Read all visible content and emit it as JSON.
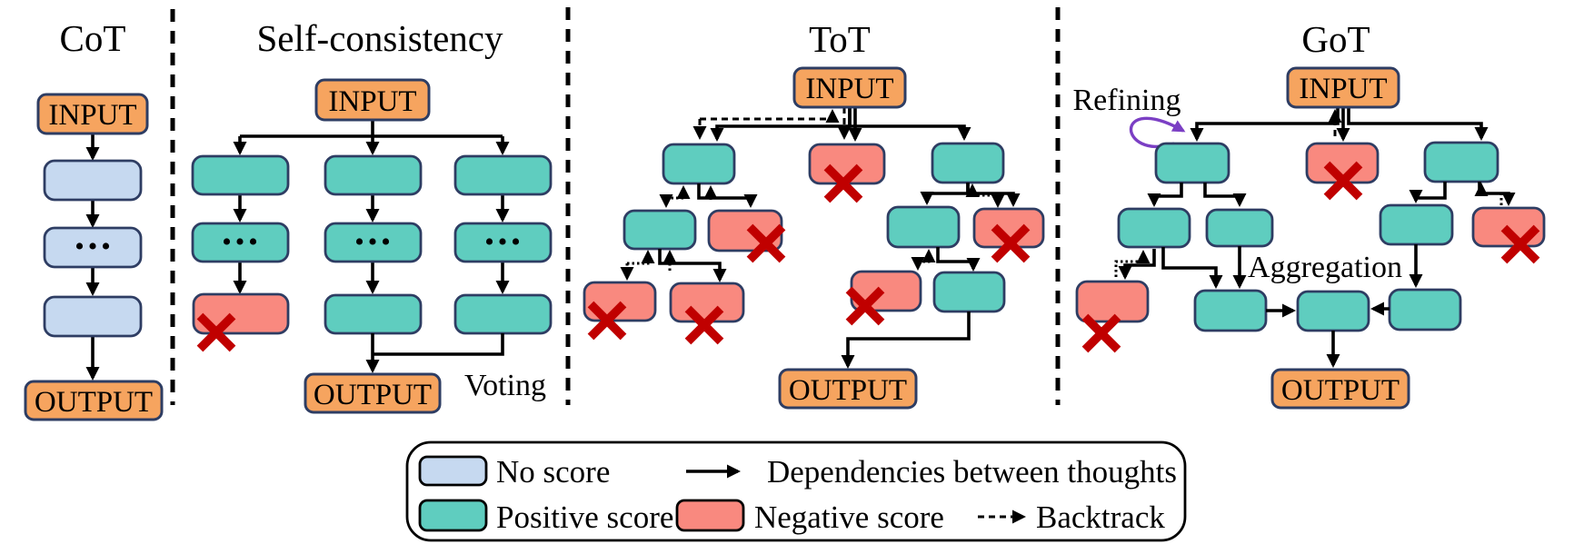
{
  "panels": {
    "cot": {
      "title": "CoT",
      "input_label": "INPUT",
      "output_label": "OUTPUT",
      "ellipsis": "•••"
    },
    "self_consistency": {
      "title": "Self-consistency",
      "input_label": "INPUT",
      "output_label": "OUTPUT",
      "ellipsis": "•••",
      "voting_label": "Voting"
    },
    "tot": {
      "title": "ToT",
      "input_label": "INPUT",
      "output_label": "OUTPUT"
    },
    "got": {
      "title": "GoT",
      "input_label": "INPUT",
      "output_label": "OUTPUT",
      "refining_label": "Refining",
      "aggregation_label": "Aggregation"
    }
  },
  "legend": {
    "no_score_label": "No score",
    "positive_score_label": "Positive score",
    "negative_score_label": "Negative score",
    "dependencies_label": "Dependencies between thoughts",
    "backtrack_label": "Backtrack"
  },
  "colors": {
    "no_score_fill": "#C6D9F0",
    "positive_score_fill": "#5FCDBF",
    "negative_score_fill": "#F9897F",
    "input_output_fill": "#F6A45F",
    "node_border": "#2E3D63",
    "cross_mark": "#C00000",
    "refining_loop": "#7B3FC4",
    "edge": "#000000"
  }
}
